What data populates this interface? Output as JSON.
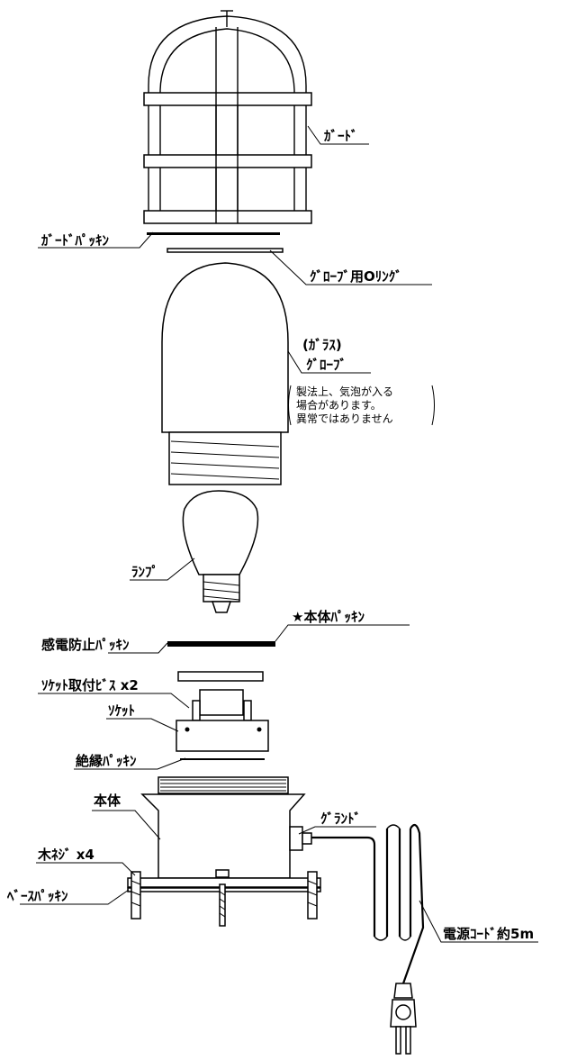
{
  "labels": {
    "guard": "ｶﾞｰﾄﾞ",
    "guard_packing": "ｶﾞｰﾄﾞﾊﾟｯｷﾝ",
    "glove_oring": "ｸﾞﾛｰﾌﾞ用Oﾘﾝｸﾞ",
    "glass": "(ｶﾞﾗｽ)",
    "globe": "ｸﾞﾛｰﾌﾞ",
    "note_1": "製法上、気泡が入る",
    "note_2": "場合があります。",
    "note_3": "異常ではありません",
    "lamp": "ﾗﾝﾌﾟ",
    "body_packing": "★本体ﾊﾟｯｷﾝ",
    "shock_packing": "感電防止ﾊﾟｯｷﾝ",
    "socket_screw": "ｿｹｯﾄ取付ﾋﾞｽ x2",
    "socket": "ｿｹｯﾄ",
    "insulation_packing": "絶縁ﾊﾟｯｷﾝ",
    "body": "本体",
    "gland": "ｸﾞﾗﾝﾄﾞ",
    "wood_screw": "木ﾈｼﾞ x4",
    "base_packing": "ﾍﾞｰｽﾊﾟｯｷﾝ",
    "power_cord": "電源ｺｰﾄﾞ約5m"
  }
}
